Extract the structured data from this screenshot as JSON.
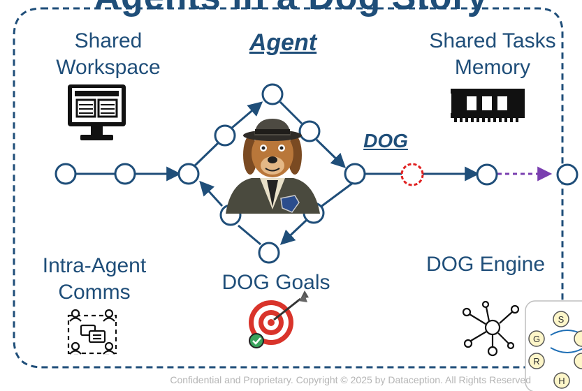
{
  "header": {
    "clipped_title": "Agents in a Dog Story"
  },
  "labels": {
    "shared_workspace_1": "Shared",
    "shared_workspace_2": "Workspace",
    "agent": "Agent",
    "shared_tasks_1": "Shared Tasks",
    "shared_tasks_2": "Memory",
    "dog": "DOG",
    "intra_agent_1": "Intra-Agent",
    "intra_agent_2": "Comms",
    "dog_goals": "DOG Goals",
    "dog_engine": "DOG Engine"
  },
  "mini_cycle": {
    "nodes": [
      "S",
      "G",
      "R",
      "H"
    ]
  },
  "footer": {
    "text": "Confidential and Proprietary. Copyright © 2025 by Dataception. All Rights Reserved"
  },
  "colors": {
    "primary": "#1f4e79",
    "highlight_node": "#e02020",
    "dashed_arrow": "#7a3fb0",
    "target_red": "#d9342b",
    "target_green": "#3aa35c",
    "footer_gray": "#b5b5b5"
  },
  "icons": [
    "monitor-icon",
    "memory-chip-icon",
    "dog-detective-icon",
    "chat-group-icon",
    "target-icon",
    "network-graph-icon",
    "cycle-icon"
  ]
}
